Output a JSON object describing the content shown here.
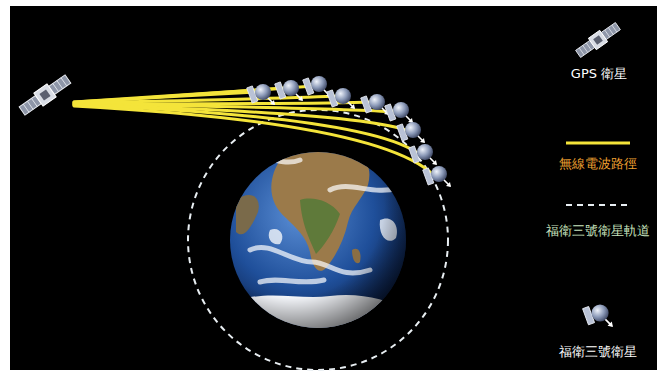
{
  "diagram": {
    "legend": [
      {
        "text": "GPS 衛星"
      },
      {
        "text": "無線電波路徑"
      },
      {
        "text": "福衛三號衛星軌道"
      },
      {
        "text": "福衛三號衛星"
      }
    ]
  }
}
